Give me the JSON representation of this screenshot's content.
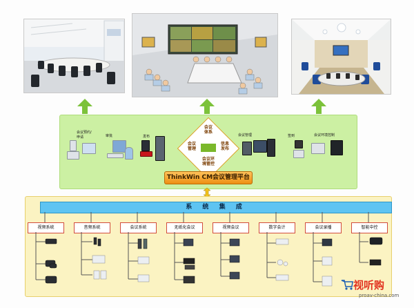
{
  "platform": {
    "core_title": "ThinkWin CM会议管理平台",
    "left_labels": {
      "reserve": "会议预约/\n申请",
      "approve": "审批",
      "publish": "发布"
    },
    "right_labels": {
      "manage": "会议管理",
      "checkin": "签到",
      "env_control": "会议环境控制"
    },
    "diamond": {
      "top": "会议\n体系",
      "left": "会议\n管理",
      "right": "信息\n发布",
      "bottom": "会议环\n境管控"
    }
  },
  "integration": {
    "bar_label": "系 统 集 成",
    "categories": [
      "视频系统",
      "音频系统",
      "会议系统",
      "无纸化会议",
      "视频会议",
      "数字会计",
      "会议录播",
      "智能中控"
    ]
  },
  "watermark": {
    "brand": "视听购",
    "domain": "proav-china.com"
  },
  "colors": {
    "arrow_green": "#7cc23a",
    "platform_green": "#ccf0a3",
    "orange_bar": "#ee8f12",
    "blue_bar": "#5ec4f2",
    "yellow_box": "#fbf3c2",
    "category_border": "#d14b3c",
    "logo_red": "#e2321f"
  },
  "icons": [
    "up-arrow-icon",
    "double-arrow-icon",
    "meeting-room-photo",
    "control-room-diagram",
    "conference-hall-photo"
  ]
}
